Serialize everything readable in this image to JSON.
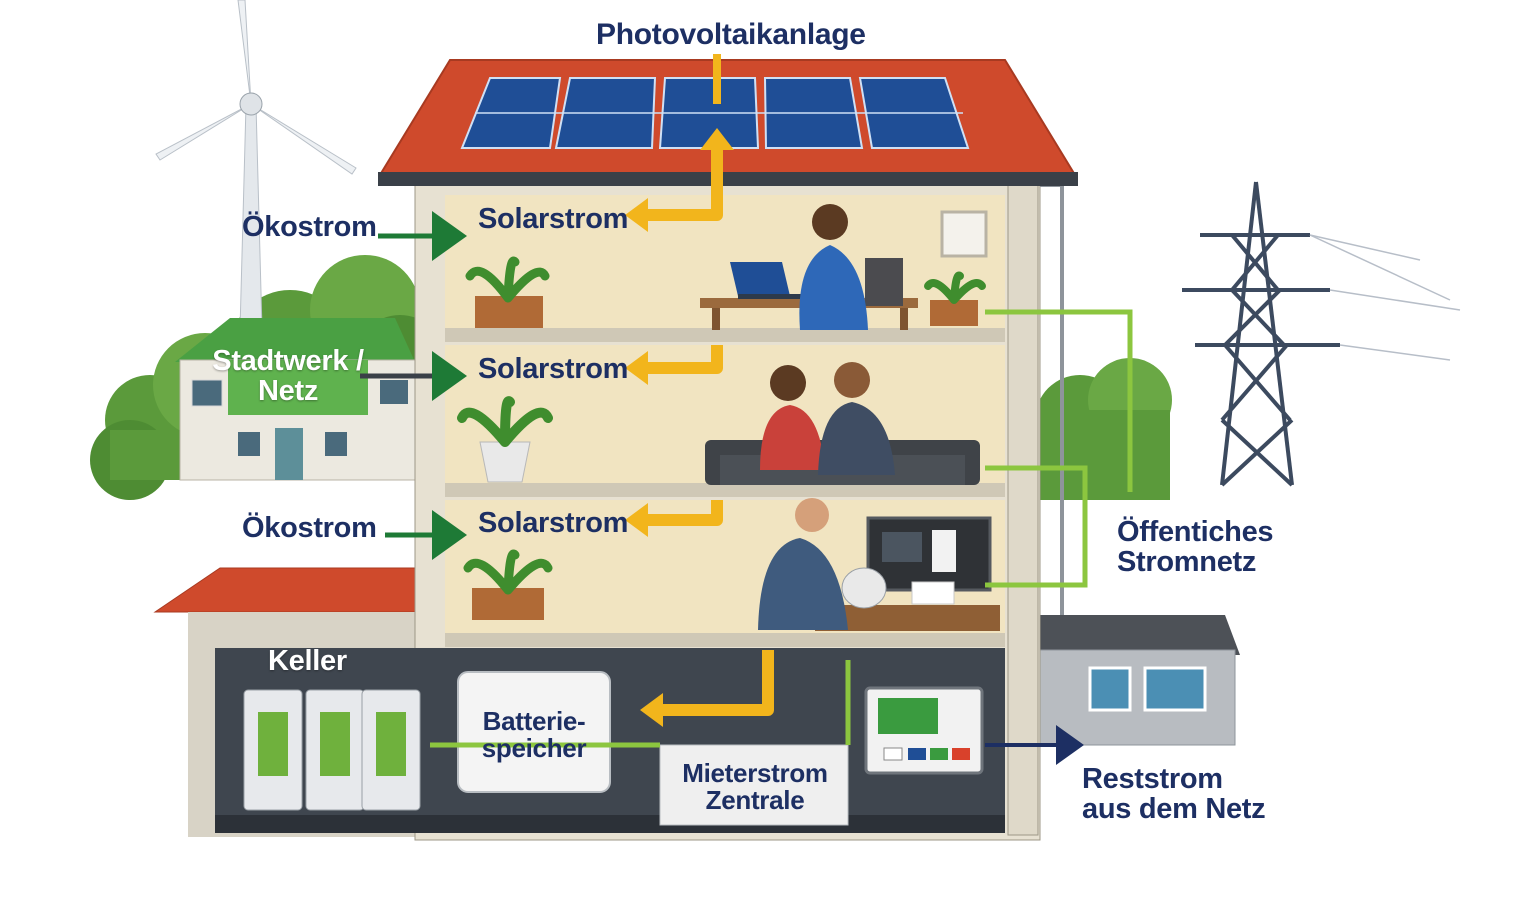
{
  "labels": {
    "photovoltaik": "Photovoltaikanlage",
    "oekostrom_top": "Ökostrom",
    "oekostrom_bottom": "Ökostrom",
    "solarstrom_1": "Solarstrom",
    "solarstrom_2": "Solarstrom",
    "solarstrom_3": "Solarstrom",
    "stadtwerk_line1": "Stadtwerk /",
    "stadtwerk_line2": "Netz",
    "oeffentliches_line1": "Öffentiches",
    "oeffentliches_line2": "Stromnetz",
    "keller": "Keller",
    "batterie_line1": "Batterie-",
    "batterie_line2": "speicher",
    "mieterstrom_line1": "Mieterstrom",
    "mieterstrom_line2": "Zentrale",
    "reststrom_line1": "Reststrom",
    "reststrom_line2": "aus dem Netz"
  },
  "colors": {
    "label_navy": "#1d2f63",
    "solar_arrow": "#f2b51c",
    "oekostrom_arrow": "#1e7a36",
    "grid_line": "#8cc63f",
    "roof_red": "#cf4a2c",
    "panel_blue": "#1f4e96",
    "wall_cream": "#efe4c6",
    "stadtwerk_green": "#5fb24e"
  },
  "icons": [
    "wind-turbine-icon",
    "solar-panel-icon",
    "power-pylon-icon",
    "plant-icon",
    "laptop-icon",
    "sofa-icon",
    "smart-meter-icon",
    "battery-cabinet-icon"
  ]
}
